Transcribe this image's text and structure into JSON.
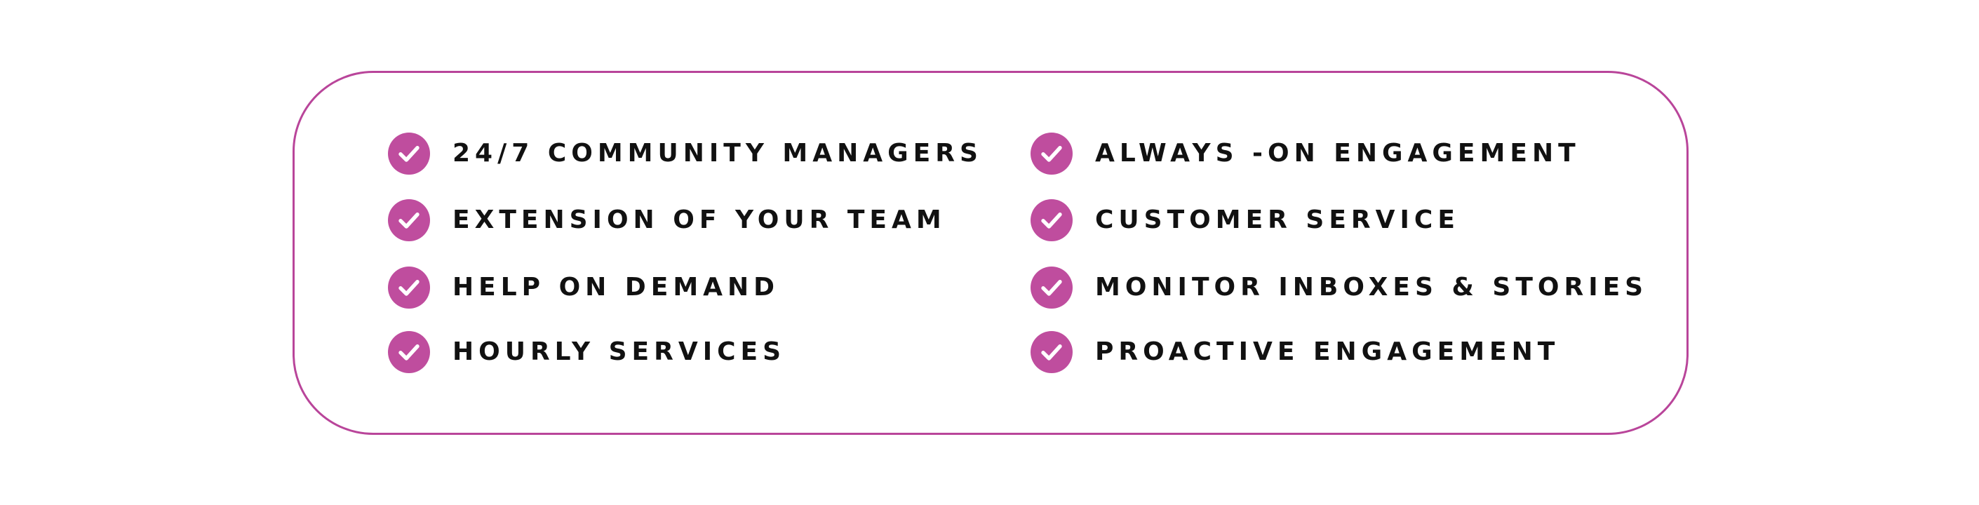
{
  "accent_color": "#bf4d9e",
  "border_color": "#b9459a",
  "item_icon": "check-icon",
  "left_column": [
    {
      "label": "24/7 COMMUNITY MANAGERS"
    },
    {
      "label": "EXTENSION OF YOUR TEAM"
    },
    {
      "label": "HELP ON DEMAND"
    },
    {
      "label": "HOURLY SERVICES"
    }
  ],
  "right_column": [
    {
      "label": "ALWAYS -ON ENGAGEMENT"
    },
    {
      "label": "CUSTOMER SERVICE"
    },
    {
      "label": "MONITOR INBOXES & STORIES"
    },
    {
      "label": "PROACTIVE ENGAGEMENT"
    }
  ]
}
